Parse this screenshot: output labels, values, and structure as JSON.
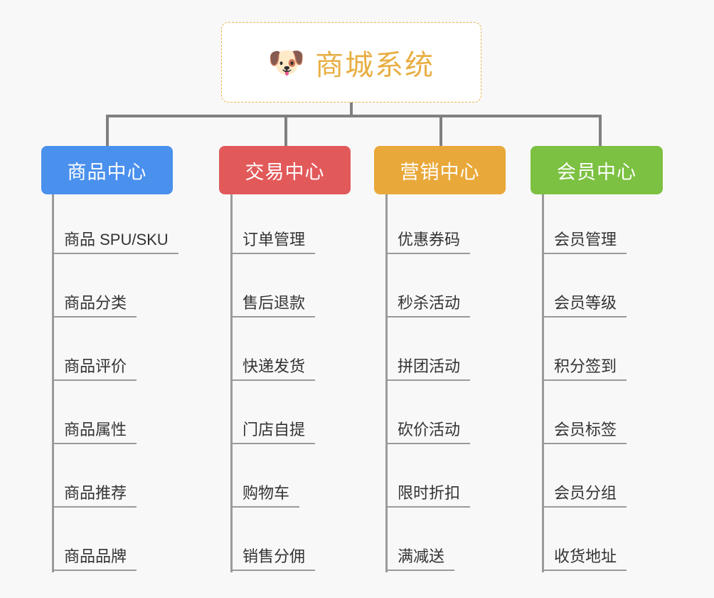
{
  "background_color": "#f8f8f8",
  "root": {
    "icon": "shiba-dog-face-emoji",
    "emoji": "🐶",
    "title": "商城系统",
    "title_color": "#e8ae43",
    "border_color": "#e8b54a",
    "background": "#ffffff"
  },
  "connector_color": "#808080",
  "branch_line_color": "#9a9a9a",
  "columns": [
    {
      "header": "商品中心",
      "color": "#4a90ed",
      "items": [
        "商品 SPU/SKU",
        "商品分类",
        "商品评价",
        "商品属性",
        "商品推荐",
        "商品品牌"
      ]
    },
    {
      "header": "交易中心",
      "color": "#e2595a",
      "items": [
        "订单管理",
        "售后退款",
        "快递发货",
        "门店自提",
        "购物车",
        "销售分佣"
      ]
    },
    {
      "header": "营销中心",
      "color": "#e9a83a",
      "items": [
        "优惠券码",
        "秒杀活动",
        "拼团活动",
        "砍价活动",
        "限时折扣",
        "满减送"
      ]
    },
    {
      "header": "会员中心",
      "color": "#7cc142",
      "items": [
        "会员管理",
        "会员等级",
        "积分签到",
        "会员标签",
        "会员分组",
        "收货地址"
      ]
    }
  ]
}
